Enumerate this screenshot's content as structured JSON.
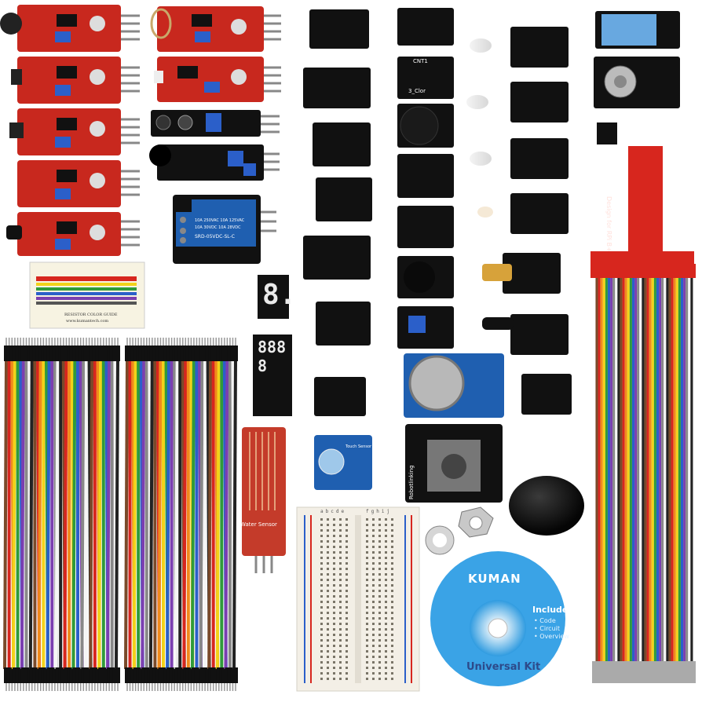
{
  "product": {
    "brand": "KUMAN",
    "cd_title": "Universal Kit",
    "cd_include_heading": "Include",
    "cd_include_items": [
      "• Code",
      "• Circuit",
      "• Overview"
    ],
    "water_sensor_label": "Water Sensor",
    "relay_lines": [
      "SRD-05VDC-SL-C",
      "10A 250VAC 10A 125VAC",
      "10A 30VDC 10A 28VDC"
    ],
    "rgb_label": "3_Clor",
    "cnt_label": "CNT1",
    "rpi_label": "Design for RPi B+",
    "joystick_label": "Robotlinking",
    "touch_label": "Touch Sensor",
    "resistor_card_label": "RESISTOR COLOR GUIDE",
    "resistor_card_url": "www.kumantech.com",
    "breadboard_cols_left": "abcde",
    "breadboard_cols_right": "fghij",
    "seg_single": "8.",
    "seg_quad": "8888"
  },
  "colors": {
    "red_board": "#c8281e",
    "black_board": "#111111",
    "blue_board": "#1f5fb0",
    "cd_blue": "#3aa3e6",
    "ribbon": [
      "#7a4a2a",
      "#d7261e",
      "#f08a1c",
      "#f2d21a",
      "#2f9a3a",
      "#2b5fc9",
      "#7b3fb0",
      "#888888",
      "#f5f5f5",
      "#222222"
    ]
  }
}
